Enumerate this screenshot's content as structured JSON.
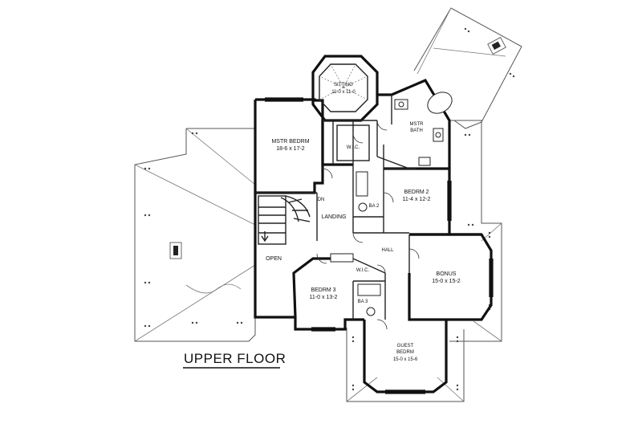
{
  "plan_title": "UPPER FLOOR",
  "rooms": {
    "sitting": {
      "name": "SITTING",
      "dims": "11-0 x 11-0"
    },
    "master_bedroom": {
      "name": "MSTR BEDRM",
      "dims": "18-6 x 17-2"
    },
    "master_bath": {
      "name": "MSTR",
      "name2": "BATH"
    },
    "wic_master": {
      "name": "W.I.C."
    },
    "bedroom2": {
      "name": "BEDRM 2",
      "dims": "11-4 x 12-2"
    },
    "bath2": {
      "name": "BA 2"
    },
    "landing": {
      "name": "LANDING"
    },
    "down": {
      "name": "DN"
    },
    "open": {
      "name": "OPEN"
    },
    "hall": {
      "name": "HALL"
    },
    "bonus": {
      "name": "BONUS",
      "dims": "15-0 x 15-2"
    },
    "wic3": {
      "name": "W.I.C."
    },
    "bedroom3": {
      "name": "BEDRM 3",
      "dims": "11-0 x 13-2"
    },
    "bath3": {
      "name": "BA 3"
    },
    "guest_bedroom": {
      "name": "GUEST",
      "name2": "BEDRM",
      "dims": "15-0 x 15-6"
    }
  }
}
